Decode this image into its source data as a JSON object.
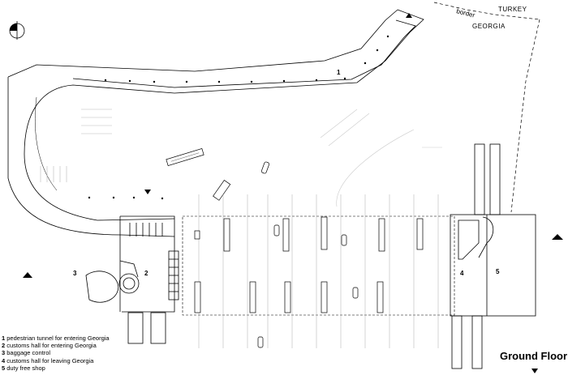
{
  "plan": {
    "title": "Ground Floor",
    "border_label": "border",
    "countries": {
      "north": "TURKEY",
      "south": "GEORGIA"
    },
    "zone_numbers": [
      "1",
      "2",
      "3",
      "4",
      "5"
    ]
  },
  "legend": [
    {
      "num": "1",
      "text": "pedestrian tunnel for entering Georgia"
    },
    {
      "num": "2",
      "text": "customs hall for entering Georgia"
    },
    {
      "num": "3",
      "text": "baggage control"
    },
    {
      "num": "4",
      "text": "customs hall for leaving Georgia"
    },
    {
      "num": "5",
      "text": "duty free shop"
    }
  ],
  "icons": [
    "north-arrow-icon",
    "section-marker-icon"
  ]
}
